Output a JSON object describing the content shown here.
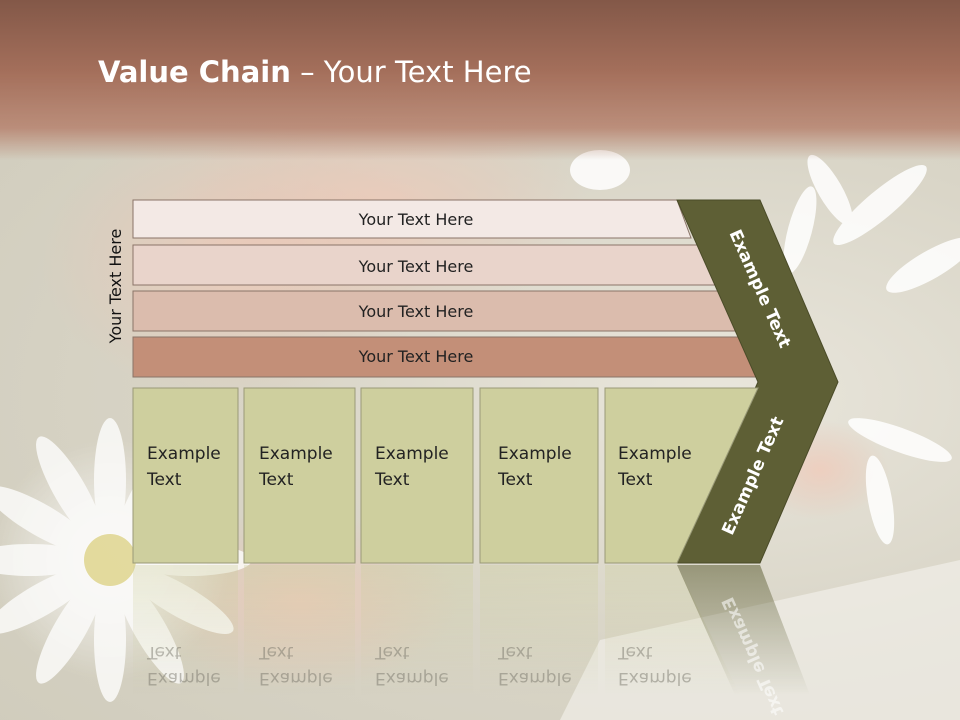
{
  "slide": {
    "title_bold": "Value Chain",
    "title_rest": " – Your Text Here",
    "side_label": "Your Text Here"
  },
  "bars": [
    {
      "label": "Your Text Here",
      "color": "#f3e9e5"
    },
    {
      "label": "Your Text Here",
      "color": "#e9d4cb"
    },
    {
      "label": "Your Text Here",
      "color": "#dbbcad"
    },
    {
      "label": "Your Text Here",
      "color": "#c38f78"
    }
  ],
  "boxes": [
    {
      "line1": "Example",
      "line2": "Text"
    },
    {
      "line1": "Example",
      "line2": "Text"
    },
    {
      "line1": "Example",
      "line2": "Text"
    },
    {
      "line1": "Example",
      "line2": "Text"
    },
    {
      "line1": "Example",
      "line2": "Text"
    }
  ],
  "chevron": {
    "upper_label": "Example Text",
    "lower_label": "Example Text",
    "color": "#5e5f35"
  },
  "colors": {
    "box_fill": "#cecf9e",
    "header": "#a46f5b"
  }
}
